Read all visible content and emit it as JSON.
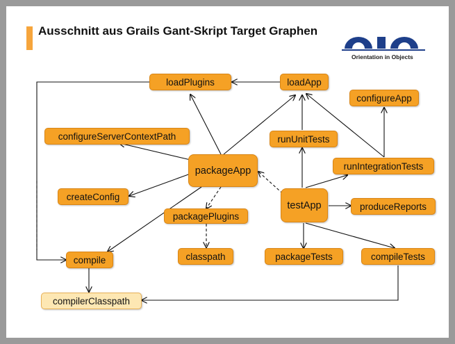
{
  "slide": {
    "title": "Ausschnitt aus Grails Gant-Skript Target Graphen",
    "logo": {
      "text": "Orientation in Objects",
      "mark": "OIO",
      "color": "#1e3f8a"
    }
  },
  "colors": {
    "node": "#f5a125",
    "node_light": "#fde7b3",
    "accent_bar": "#f6a53c",
    "frame": "#9a9a9a"
  },
  "nodes": {
    "loadPlugins": "loadPlugins",
    "loadApp": "loadApp",
    "configureApp": "configureApp",
    "configureServerContextPath": "configureServerContextPath",
    "runUnitTests": "runUnitTests",
    "packageApp": "packageApp",
    "runIntegrationTests": "runIntegrationTests",
    "createConfig": "createConfig",
    "testApp": "testApp",
    "produceReports": "produceReports",
    "packagePlugins": "packagePlugins",
    "compile": "compile",
    "classpath": "classpath",
    "packageTests": "packageTests",
    "compileTests": "compileTests",
    "compilerClasspath": "compilerClasspath"
  }
}
